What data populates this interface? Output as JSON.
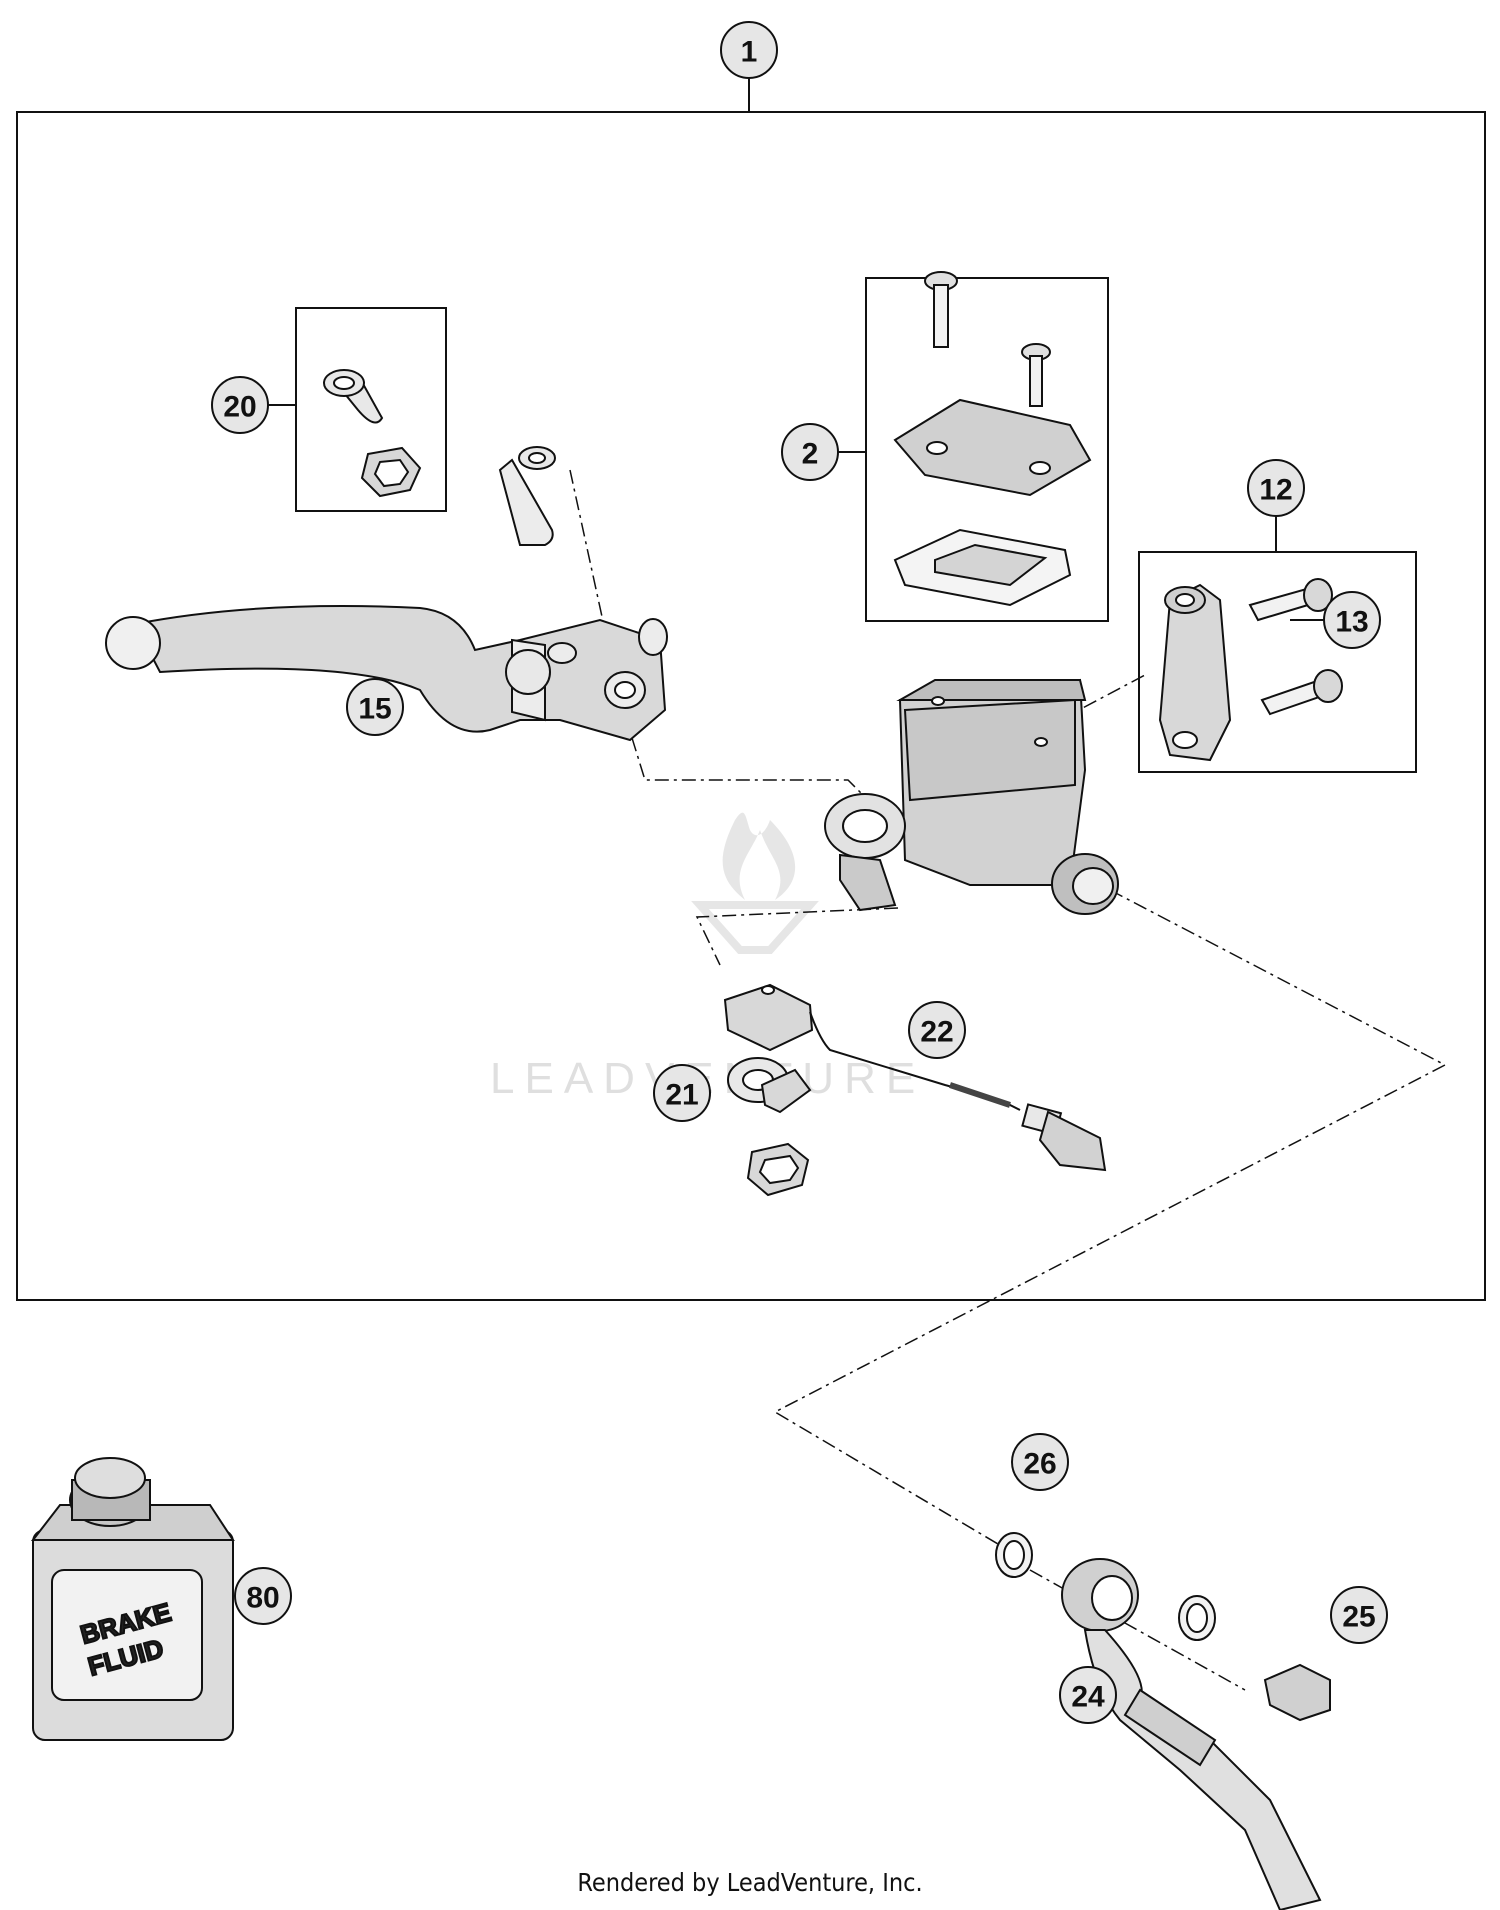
{
  "callouts": {
    "c1": "1",
    "c2": "2",
    "c12": "12",
    "c13": "13",
    "c15": "15",
    "c20": "20",
    "c21": "21",
    "c22": "22",
    "c24": "24",
    "c25": "25",
    "c26": "26",
    "c80": "80"
  },
  "bottle_label": {
    "line1": "BRAKE",
    "line2": "FLUID"
  },
  "watermark": "LEADVENTURE",
  "footer": "Rendered by LeadVenture, Inc.",
  "colors": {
    "line": "#111111",
    "callout_fill": "#e6e6e6",
    "part_fill": "#d6d6d6"
  }
}
